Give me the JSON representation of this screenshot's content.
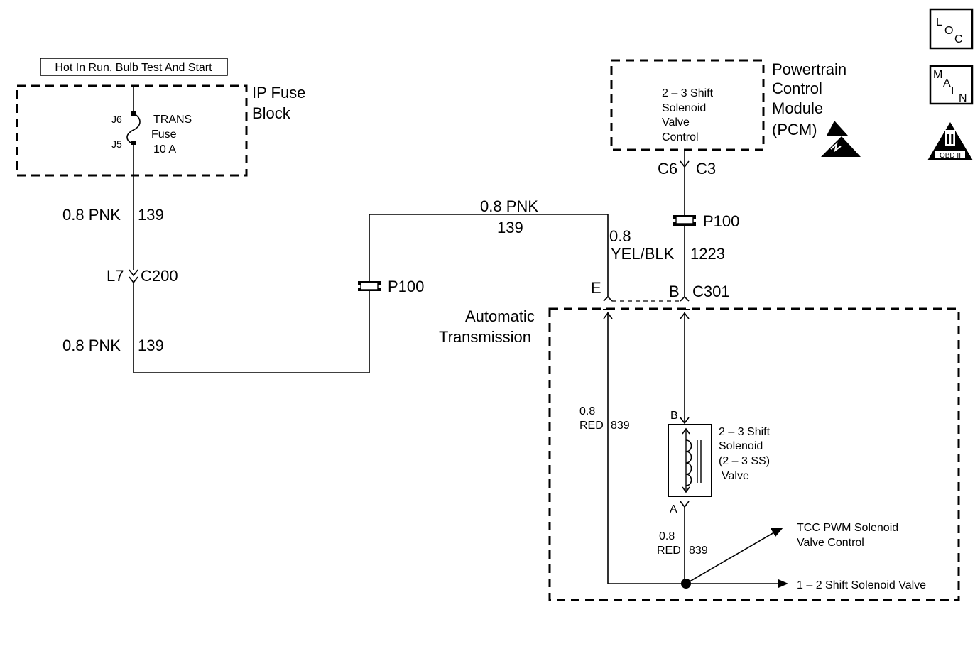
{
  "power_label": "Hot In Run, Bulb Test And Start",
  "fuse_block": {
    "title_line1": "IP Fuse",
    "title_line2": "Block",
    "terminal_top": "J6",
    "terminal_bottom": "J5",
    "fuse_line1": "TRANS",
    "fuse_line2": "Fuse",
    "fuse_line3": "10 A"
  },
  "wires": {
    "w1_gauge_color": "0.8 PNK",
    "w1_circuit": "139",
    "w2_gauge_color": "0.8 PNK",
    "w2_circuit": "139",
    "w3_gauge_color": "0.8 PNK",
    "w3_circuit": "139",
    "w4_gauge": "0.8",
    "w4_color_circuit": "YEL/BLK",
    "w4_circuit": "1223",
    "w5_gauge": "0.8",
    "w5_color": "RED",
    "w5_circuit": "839",
    "w6_gauge": "0.8",
    "w6_color": "RED",
    "w6_circuit": "839"
  },
  "connectors": {
    "c200_pin": "L7",
    "c200_name": "C200",
    "p100_left": "P100",
    "p100_right": "P100",
    "pcm_pin": "C6",
    "pcm_conn": "C3",
    "c301_pin_e": "E",
    "c301_pin_b": "B",
    "c301_name": "C301",
    "sol_pin_b": "B",
    "sol_pin_a": "A"
  },
  "pcm": {
    "title_line1": "Powertrain",
    "title_line2": "Control",
    "title_line3": "Module",
    "title_line4": "(PCM)",
    "inner_line1": "2 – 3  Shift",
    "inner_line2": "Solenoid",
    "inner_line3": "Valve",
    "inner_line4": "Control"
  },
  "transmission": {
    "title_line1": "Automatic",
    "title_line2": "Transmission",
    "solenoid_line1": "2 – 3 Shift",
    "solenoid_line2": "Solenoid",
    "solenoid_line3": "(2 – 3 SS)",
    "solenoid_line4": "Valve",
    "tcc_line1": "TCC PWM Solenoid",
    "tcc_line2": "Valve Control",
    "shift12": "1 – 2 Shift Solenoid Valve"
  },
  "icons": {
    "loc": [
      "L",
      "O",
      "C"
    ],
    "main": [
      "M",
      "A",
      "I",
      "N"
    ],
    "obd_numeral": "II",
    "obd_label": "OBD II"
  }
}
